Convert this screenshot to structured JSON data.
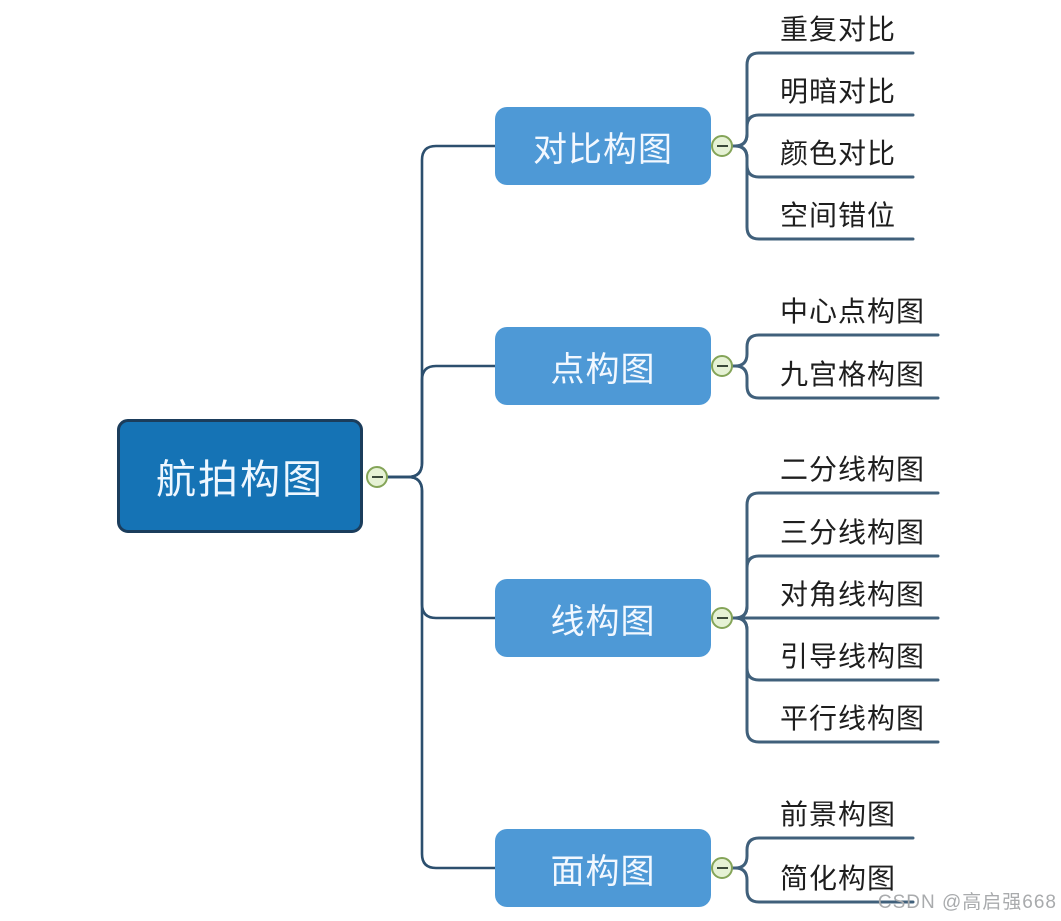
{
  "root": {
    "label": "航拍构图"
  },
  "branches": [
    {
      "label": "对比构图",
      "children": [
        "重复对比",
        "明暗对比",
        "颜色对比",
        "空间错位"
      ]
    },
    {
      "label": "点构图",
      "children": [
        "中心点构图",
        "九宫格构图"
      ]
    },
    {
      "label": "线构图",
      "children": [
        "二分线构图",
        "三分线构图",
        "对角线构图",
        "引导线构图",
        "平行线构图"
      ]
    },
    {
      "label": "面构图",
      "children": [
        "前景构图",
        "简化构图"
      ]
    }
  ],
  "watermark": "CSDN @高启强668",
  "icons": {
    "collapse": "minus-circle-icon"
  },
  "colors": {
    "root_fill": "#1573b5",
    "root_border": "#1b3d5c",
    "branch_fill": "#4e99d6",
    "connector": "#2c4f6e",
    "leaf_line": "#40607b",
    "toggle_fill": "#e6f2d5",
    "toggle_border": "#84a458",
    "node_text": "#ffffff",
    "leaf_text": "#1e1e1e",
    "watermark_text": "#a9abad"
  }
}
